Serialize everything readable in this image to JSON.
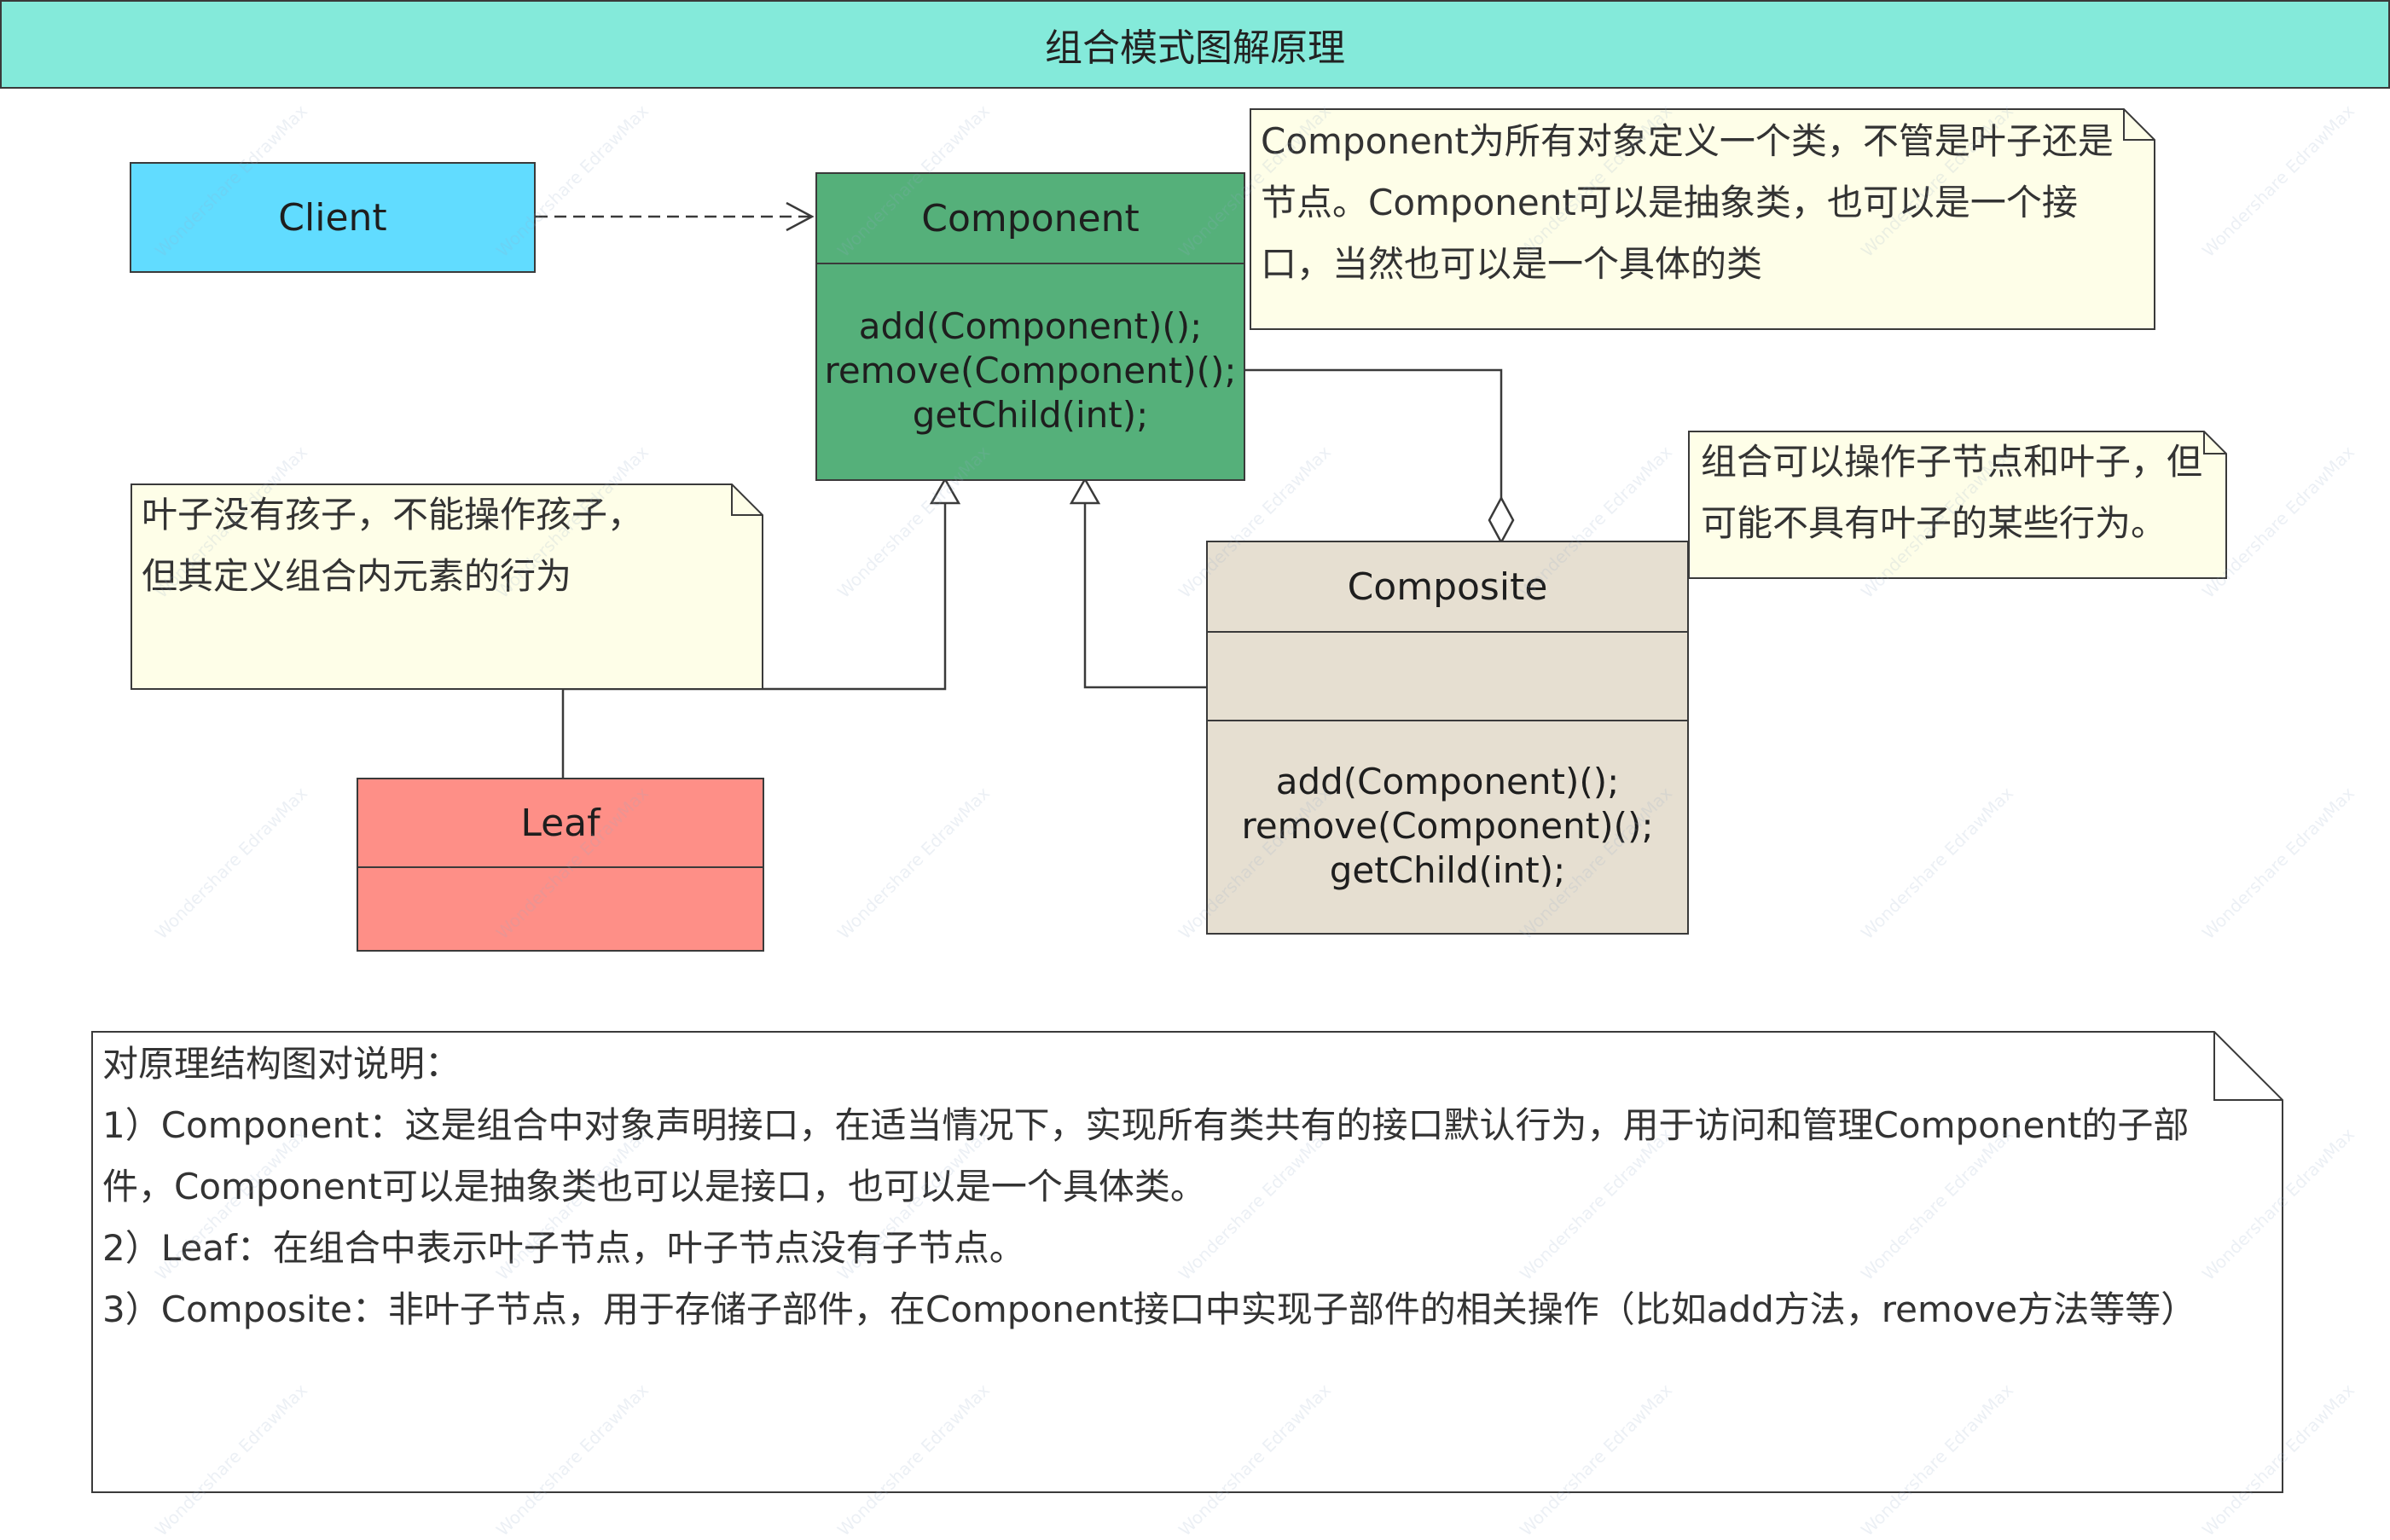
{
  "title": "组合模式图解原理",
  "classes": {
    "client": {
      "name": "Client",
      "color": "#61dcff"
    },
    "component": {
      "name": "Component",
      "color": "#55b07a",
      "ops": [
        "add(Component)();",
        "remove(Component)();",
        "getChild(int);"
      ]
    },
    "composite": {
      "name": "Composite",
      "color": "#e6dfd1",
      "ops": [
        "add(Component)();",
        "remove(Component)();",
        "getChild(int);"
      ]
    },
    "leaf": {
      "name": "Leaf",
      "color": "#fe8f87"
    }
  },
  "notes": {
    "component": {
      "lines": [
        "Component为所有对象定义一个类，不管是叶子还是",
        "节点。Component可以是抽象类，也可以是一个接",
        "口，当然也可以是一个具体的类"
      ]
    },
    "composite": {
      "lines": [
        "组合可以操作子节点和叶子，但",
        "可能不具有叶子的某些行为。"
      ]
    },
    "leaf": {
      "lines": [
        "叶子没有孩子，不能操作孩子，",
        "但其定义组合内元素的行为"
      ]
    }
  },
  "description": {
    "heading": "对原理结构图对说明：",
    "lines": [
      "1）Component：这是组合中对象声明接口，在适当情况下，实现所有类共有的接口默认行为，用于访问和管理Component的子部",
      "件，Component可以是抽象类也可以是接口，也可以是一个具体类。",
      "2）Leaf：在组合中表示叶子节点，叶子节点没有子节点。",
      "3）Composite：非叶子节点，用于存储子部件，在Component接口中实现子部件的相关操作（比如add方法，remove方法等等）"
    ]
  },
  "watermark": "Wondershare EdrawMax",
  "colors": {
    "title_bg": "#84eada",
    "note_bg": "#fefee8",
    "line": "#3a3a3a"
  }
}
